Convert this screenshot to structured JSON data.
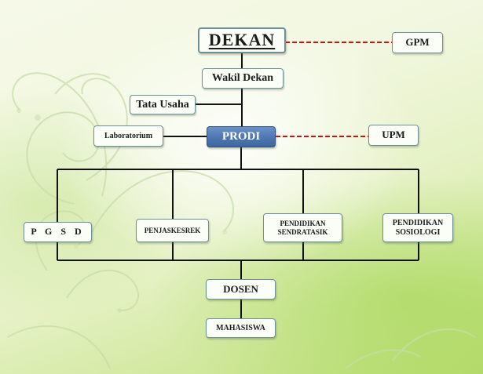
{
  "chart": {
    "dekan": "DEKAN",
    "gpm": "GPM",
    "wakil_dekan": "Wakil Dekan",
    "tata_usaha": "Tata Usaha",
    "laboratorium": "Laboratorium",
    "prodi": "PRODI",
    "upm": "UPM",
    "programs": {
      "pgsd": "P G S D",
      "penjaskesrek": "PENJASKESREK",
      "sendratasik": "PENDIDIKAN\nSENDRATASIK",
      "sosiologi": "PENDIDIKAN\nSOSIOLOGI"
    },
    "dosen": "DOSEN",
    "mahasiswa": "MAHASISWA"
  },
  "colors": {
    "prodi_fill": "#4d76b0",
    "dashed_line": "#cc1111",
    "solid_line": "#111111",
    "box_border": "#6f8f96",
    "background_green": "#b9dc72"
  }
}
